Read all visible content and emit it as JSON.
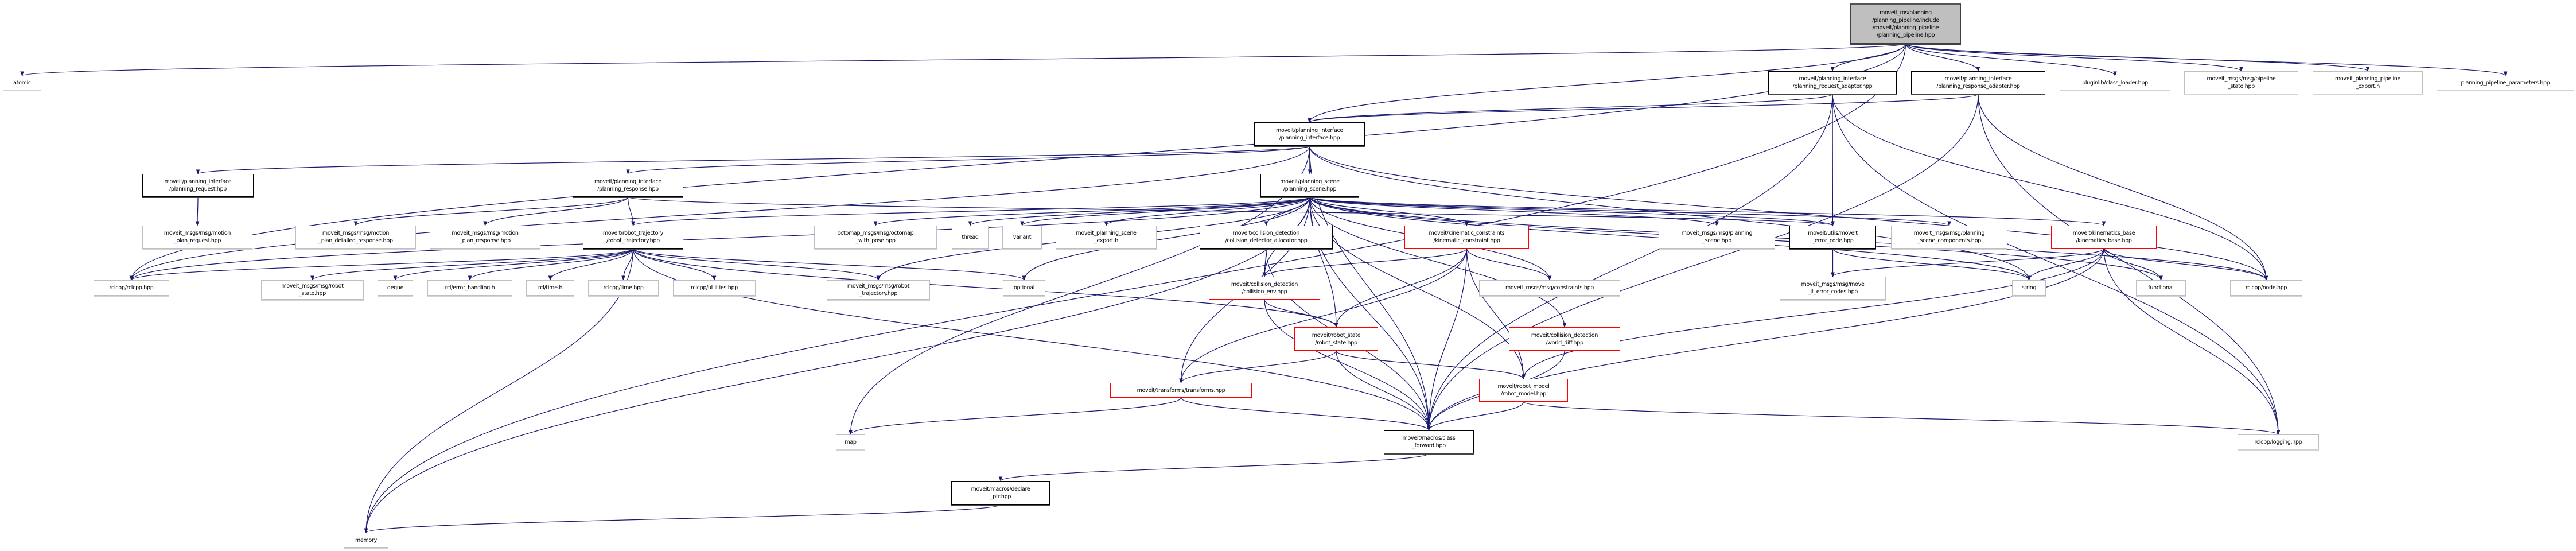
{
  "colors": {
    "edge": "#191970",
    "root_fill": "#bfbfbf",
    "red_border": "#ff0000",
    "external_border": "#bfbfbf"
  },
  "nodes": [
    {
      "id": "pipeline",
      "label": "moveit_ros/planning\n/planning_pipeline/include\n/moveit/planning_pipeline\n/planning_pipeline.hpp",
      "kind": "root"
    },
    {
      "id": "atomic",
      "label": "atomic",
      "kind": "external"
    },
    {
      "id": "req_adapter",
      "label": "moveit/planning_interface\n/planning_request_adapter.hpp",
      "kind": "doc"
    },
    {
      "id": "resp_adapter",
      "label": "moveit/planning_interface\n/planning_response_adapter.hpp",
      "kind": "doc"
    },
    {
      "id": "class_loader",
      "label": "pluginlib/class_loader.hpp",
      "kind": "external"
    },
    {
      "id": "pipeline_state",
      "label": "moveit_msgs/msg/pipeline\n_state.hpp",
      "kind": "external"
    },
    {
      "id": "pipeline_export",
      "label": "moveit_planning_pipeline\n_export.h",
      "kind": "external"
    },
    {
      "id": "pipeline_params",
      "label": "planning_pipeline_parameters.hpp",
      "kind": "external"
    },
    {
      "id": "planning_interface",
      "label": "moveit/planning_interface\n/planning_interface.hpp",
      "kind": "doc"
    },
    {
      "id": "planning_request",
      "label": "moveit/planning_interface\n/planning_request.hpp",
      "kind": "doc"
    },
    {
      "id": "planning_response",
      "label": "moveit/planning_interface\n/planning_response.hpp",
      "kind": "doc"
    },
    {
      "id": "planning_scene",
      "label": "moveit/planning_scene\n/planning_scene.hpp",
      "kind": "doc"
    },
    {
      "id": "motion_plan_request",
      "label": "moveit_msgs/msg/motion\n_plan_request.hpp",
      "kind": "external"
    },
    {
      "id": "motion_plan_detailed",
      "label": "moveit_msgs/msg/motion\n_plan_detailed_response.hpp",
      "kind": "external"
    },
    {
      "id": "motion_plan_response",
      "label": "moveit_msgs/msg/motion\n_plan_response.hpp",
      "kind": "external"
    },
    {
      "id": "robot_trajectory",
      "label": "moveit/robot_trajectory\n/robot_trajectory.hpp",
      "kind": "doc"
    },
    {
      "id": "octomap",
      "label": "octomap_msgs/msg/octomap\n_with_pose.hpp",
      "kind": "external"
    },
    {
      "id": "thread",
      "label": "thread",
      "kind": "external"
    },
    {
      "id": "variant",
      "label": "variant",
      "kind": "external"
    },
    {
      "id": "scene_export",
      "label": "moveit_planning_scene\n_export.h",
      "kind": "external"
    },
    {
      "id": "cd_allocator",
      "label": "moveit/collision_detection\n/collision_detector_allocator.hpp",
      "kind": "doc"
    },
    {
      "id": "kin_constraint",
      "label": "moveit/kinematic_constraints\n/kinematic_constraint.hpp",
      "kind": "red"
    },
    {
      "id": "planning_scene_msg",
      "label": "moveit_msgs/msg/planning\n_scene.hpp",
      "kind": "external"
    },
    {
      "id": "error_code",
      "label": "moveit/utils/moveit\n_error_code.hpp",
      "kind": "doc"
    },
    {
      "id": "scene_components",
      "label": "moveit_msgs/msg/planning\n_scene_components.hpp",
      "kind": "external"
    },
    {
      "id": "kinematics_base",
      "label": "moveit/kinematics_base\n/kinematics_base.hpp",
      "kind": "red"
    },
    {
      "id": "rclcpp",
      "label": "rclcpp/rclcpp.hpp",
      "kind": "external"
    },
    {
      "id": "robot_state_msg",
      "label": "moveit_msgs/msg/robot\n_state.hpp",
      "kind": "external"
    },
    {
      "id": "deque",
      "label": "deque",
      "kind": "external"
    },
    {
      "id": "error_handling",
      "label": "rcl/error_handling.h",
      "kind": "external"
    },
    {
      "id": "rcl_time",
      "label": "rcl/time.h",
      "kind": "external"
    },
    {
      "id": "rclcpp_time",
      "label": "rclcpp/time.hpp",
      "kind": "external"
    },
    {
      "id": "utilities",
      "label": "rclcpp/utilities.hpp",
      "kind": "external"
    },
    {
      "id": "robot_traj_msg",
      "label": "moveit_msgs/msg/robot\n_trajectory.hpp",
      "kind": "external"
    },
    {
      "id": "optional",
      "label": "optional",
      "kind": "external"
    },
    {
      "id": "collision_env",
      "label": "moveit/collision_detection\n/collision_env.hpp",
      "kind": "red"
    },
    {
      "id": "constraints",
      "label": "moveit_msgs/msg/constraints.hpp",
      "kind": "external"
    },
    {
      "id": "error_codes_msg",
      "label": "moveit_msgs/msg/move\n_it_error_codes.hpp",
      "kind": "external"
    },
    {
      "id": "string",
      "label": "string",
      "kind": "external"
    },
    {
      "id": "functional",
      "label": "functional",
      "kind": "external"
    },
    {
      "id": "node",
      "label": "rclcpp/node.hpp",
      "kind": "external"
    },
    {
      "id": "robot_state",
      "label": "moveit/robot_state\n/robot_state.hpp",
      "kind": "red"
    },
    {
      "id": "world_diff",
      "label": "moveit/collision_detection\n/world_diff.hpp",
      "kind": "red"
    },
    {
      "id": "transforms",
      "label": "moveit/transforms/transforms.hpp",
      "kind": "red"
    },
    {
      "id": "robot_model",
      "label": "moveit/robot_model\n/robot_model.hpp",
      "kind": "red"
    },
    {
      "id": "map",
      "label": "map",
      "kind": "external"
    },
    {
      "id": "class_forward",
      "label": "moveit/macros/class\n_forward.hpp",
      "kind": "doc"
    },
    {
      "id": "logging",
      "label": "rclcpp/logging.hpp",
      "kind": "external"
    },
    {
      "id": "declare_ptr",
      "label": "moveit/macros/declare\n_ptr.hpp",
      "kind": "doc"
    },
    {
      "id": "memory",
      "label": "memory",
      "kind": "external"
    }
  ],
  "edges": [
    [
      "pipeline",
      "atomic"
    ],
    [
      "pipeline",
      "memory"
    ],
    [
      "pipeline",
      "rclcpp"
    ],
    [
      "pipeline",
      "planning_interface"
    ],
    [
      "pipeline",
      "req_adapter"
    ],
    [
      "pipeline",
      "resp_adapter"
    ],
    [
      "pipeline",
      "class_loader"
    ],
    [
      "pipeline",
      "pipeline_state"
    ],
    [
      "pipeline",
      "pipeline_export"
    ],
    [
      "pipeline",
      "pipeline_params"
    ],
    [
      "req_adapter",
      "planning_interface"
    ],
    [
      "req_adapter",
      "error_code"
    ],
    [
      "req_adapter",
      "class_forward"
    ],
    [
      "req_adapter",
      "node"
    ],
    [
      "req_adapter",
      "logging"
    ],
    [
      "resp_adapter",
      "planning_interface"
    ],
    [
      "resp_adapter",
      "class_forward"
    ],
    [
      "resp_adapter",
      "node"
    ],
    [
      "resp_adapter",
      "logging"
    ],
    [
      "planning_interface",
      "planning_request"
    ],
    [
      "planning_interface",
      "planning_response"
    ],
    [
      "planning_interface",
      "planning_scene"
    ],
    [
      "planning_interface",
      "rclcpp"
    ],
    [
      "planning_interface",
      "map"
    ],
    [
      "planning_interface",
      "string"
    ],
    [
      "planning_interface",
      "node"
    ],
    [
      "planning_interface",
      "class_forward"
    ],
    [
      "planning_request",
      "motion_plan_request"
    ],
    [
      "planning_response",
      "motion_plan_detailed"
    ],
    [
      "planning_response",
      "motion_plan_response"
    ],
    [
      "planning_response",
      "robot_trajectory"
    ],
    [
      "planning_response",
      "error_code"
    ],
    [
      "robot_trajectory",
      "rclcpp"
    ],
    [
      "robot_trajectory",
      "robot_state_msg"
    ],
    [
      "robot_trajectory",
      "deque"
    ],
    [
      "robot_trajectory",
      "error_handling"
    ],
    [
      "robot_trajectory",
      "rcl_time"
    ],
    [
      "robot_trajectory",
      "rclcpp_time"
    ],
    [
      "robot_trajectory",
      "utilities"
    ],
    [
      "robot_trajectory",
      "robot_traj_msg"
    ],
    [
      "robot_trajectory",
      "optional"
    ],
    [
      "robot_trajectory",
      "memory"
    ],
    [
      "robot_trajectory",
      "robot_state"
    ],
    [
      "robot_trajectory",
      "class_forward"
    ],
    [
      "planning_scene",
      "robot_trajectory"
    ],
    [
      "planning_scene",
      "octomap"
    ],
    [
      "planning_scene",
      "thread"
    ],
    [
      "planning_scene",
      "variant"
    ],
    [
      "planning_scene",
      "scene_export"
    ],
    [
      "planning_scene",
      "cd_allocator"
    ],
    [
      "planning_scene",
      "kin_constraint"
    ],
    [
      "planning_scene",
      "planning_scene_msg"
    ],
    [
      "planning_scene",
      "error_code"
    ],
    [
      "planning_scene",
      "scene_components"
    ],
    [
      "planning_scene",
      "kinematics_base"
    ],
    [
      "planning_scene",
      "string"
    ],
    [
      "planning_scene",
      "functional"
    ],
    [
      "planning_scene",
      "node"
    ],
    [
      "planning_scene",
      "rclcpp"
    ],
    [
      "planning_scene",
      "optional"
    ],
    [
      "planning_scene",
      "collision_env"
    ],
    [
      "planning_scene",
      "robot_state"
    ],
    [
      "planning_scene",
      "transforms"
    ],
    [
      "planning_scene",
      "world_diff"
    ],
    [
      "planning_scene",
      "robot_model"
    ],
    [
      "planning_scene",
      "class_forward"
    ],
    [
      "planning_scene",
      "constraints"
    ],
    [
      "planning_scene",
      "memory"
    ],
    [
      "planning_scene",
      "robot_traj_msg"
    ],
    [
      "cd_allocator",
      "collision_env"
    ],
    [
      "cd_allocator",
      "class_forward"
    ],
    [
      "kin_constraint",
      "collision_env"
    ],
    [
      "kin_constraint",
      "constraints"
    ],
    [
      "kin_constraint",
      "robot_state"
    ],
    [
      "kin_constraint",
      "transforms"
    ],
    [
      "kin_constraint",
      "class_forward"
    ],
    [
      "kin_constraint",
      "robot_model"
    ],
    [
      "collision_env",
      "robot_state"
    ],
    [
      "collision_env",
      "class_forward"
    ],
    [
      "robot_state",
      "transforms"
    ],
    [
      "robot_state",
      "robot_model"
    ],
    [
      "robot_state",
      "class_forward"
    ],
    [
      "world_diff",
      "class_forward"
    ],
    [
      "transforms",
      "map"
    ],
    [
      "transforms",
      "class_forward"
    ],
    [
      "robot_model",
      "class_forward"
    ],
    [
      "robot_model",
      "logging"
    ],
    [
      "class_forward",
      "declare_ptr"
    ],
    [
      "declare_ptr",
      "memory"
    ],
    [
      "error_code",
      "error_codes_msg"
    ],
    [
      "error_code",
      "string"
    ],
    [
      "kinematics_base",
      "error_codes_msg"
    ],
    [
      "kinematics_base",
      "string"
    ],
    [
      "kinematics_base",
      "functional"
    ],
    [
      "kinematics_base",
      "node"
    ],
    [
      "kinematics_base",
      "logging"
    ],
    [
      "kinematics_base",
      "class_forward"
    ],
    [
      "kinematics_base",
      "robot_model"
    ]
  ]
}
